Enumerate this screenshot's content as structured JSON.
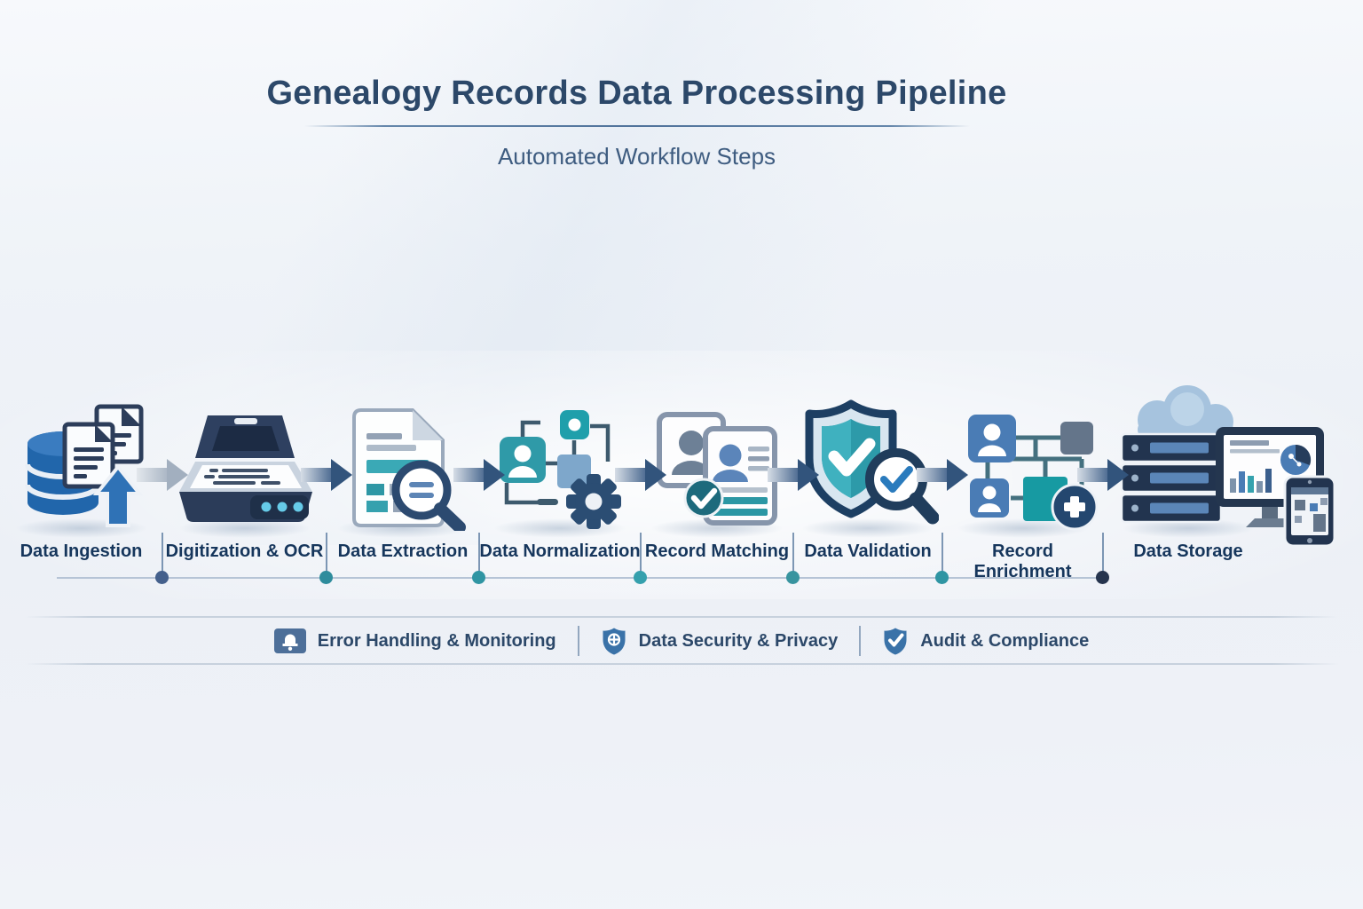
{
  "header": {
    "title": "Genealogy Records Data Processing Pipeline",
    "subtitle": "Automated Workflow Steps"
  },
  "pipeline": {
    "steps": [
      {
        "label": "Data Ingestion",
        "icon": "database-documents-upload-icon"
      },
      {
        "label": "Digitization & OCR",
        "icon": "flatbed-scanner-icon"
      },
      {
        "label": "Data Extraction",
        "icon": "document-magnifier-icon"
      },
      {
        "label": "Data Normalization",
        "icon": "flowchart-gear-icon"
      },
      {
        "label": "Record Matching",
        "icon": "profile-cards-check-icon"
      },
      {
        "label": "Data Validation",
        "icon": "shield-check-magnifier-icon"
      },
      {
        "label": "Record Enrichment",
        "icon": "family-tree-plus-icon"
      },
      {
        "label": "Data Storage",
        "icon": "cloud-servers-devices-icon"
      }
    ]
  },
  "footer": {
    "items": [
      {
        "label": "Error Handling & Monitoring",
        "icon": "alert-bell-icon"
      },
      {
        "label": "Data Security & Privacy",
        "icon": "shield-lock-icon"
      },
      {
        "label": "Audit & Compliance",
        "icon": "shield-check-icon"
      }
    ]
  },
  "colors": {
    "title_text": "#2c4869",
    "subtitle_text": "#3e5c80",
    "step_label_text": "#16365c",
    "accent_blue": "#2f72b6",
    "accent_teal": "#2e97a5",
    "accent_navy": "#24364f",
    "timeline_line": "#b6c4d6",
    "timeline_dots": [
      "#44608c",
      "#2e8c9c",
      "#2f95a3",
      "#35a0ad",
      "#38949f",
      "#2f95a3",
      "#26344e"
    ]
  }
}
